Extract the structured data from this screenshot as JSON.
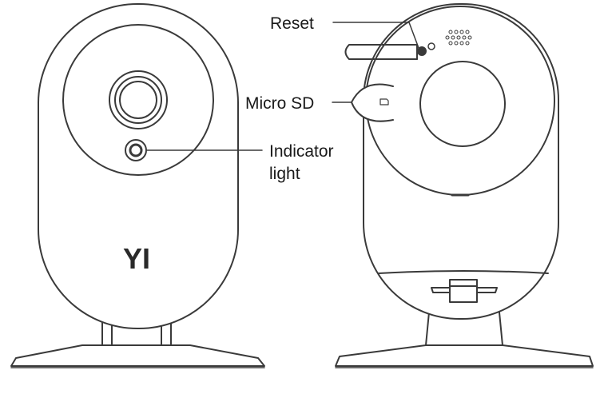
{
  "front_view": {
    "logo": "YI",
    "callouts": {
      "indicator_light_line1": "Indicator",
      "indicator_light_line2": "light"
    }
  },
  "back_view": {
    "callouts": {
      "reset": "Reset",
      "micro_sd": "Micro SD"
    }
  },
  "colors": {
    "outline": "#3a3a3a",
    "text": "#1a1a1a",
    "background": "#ffffff"
  }
}
